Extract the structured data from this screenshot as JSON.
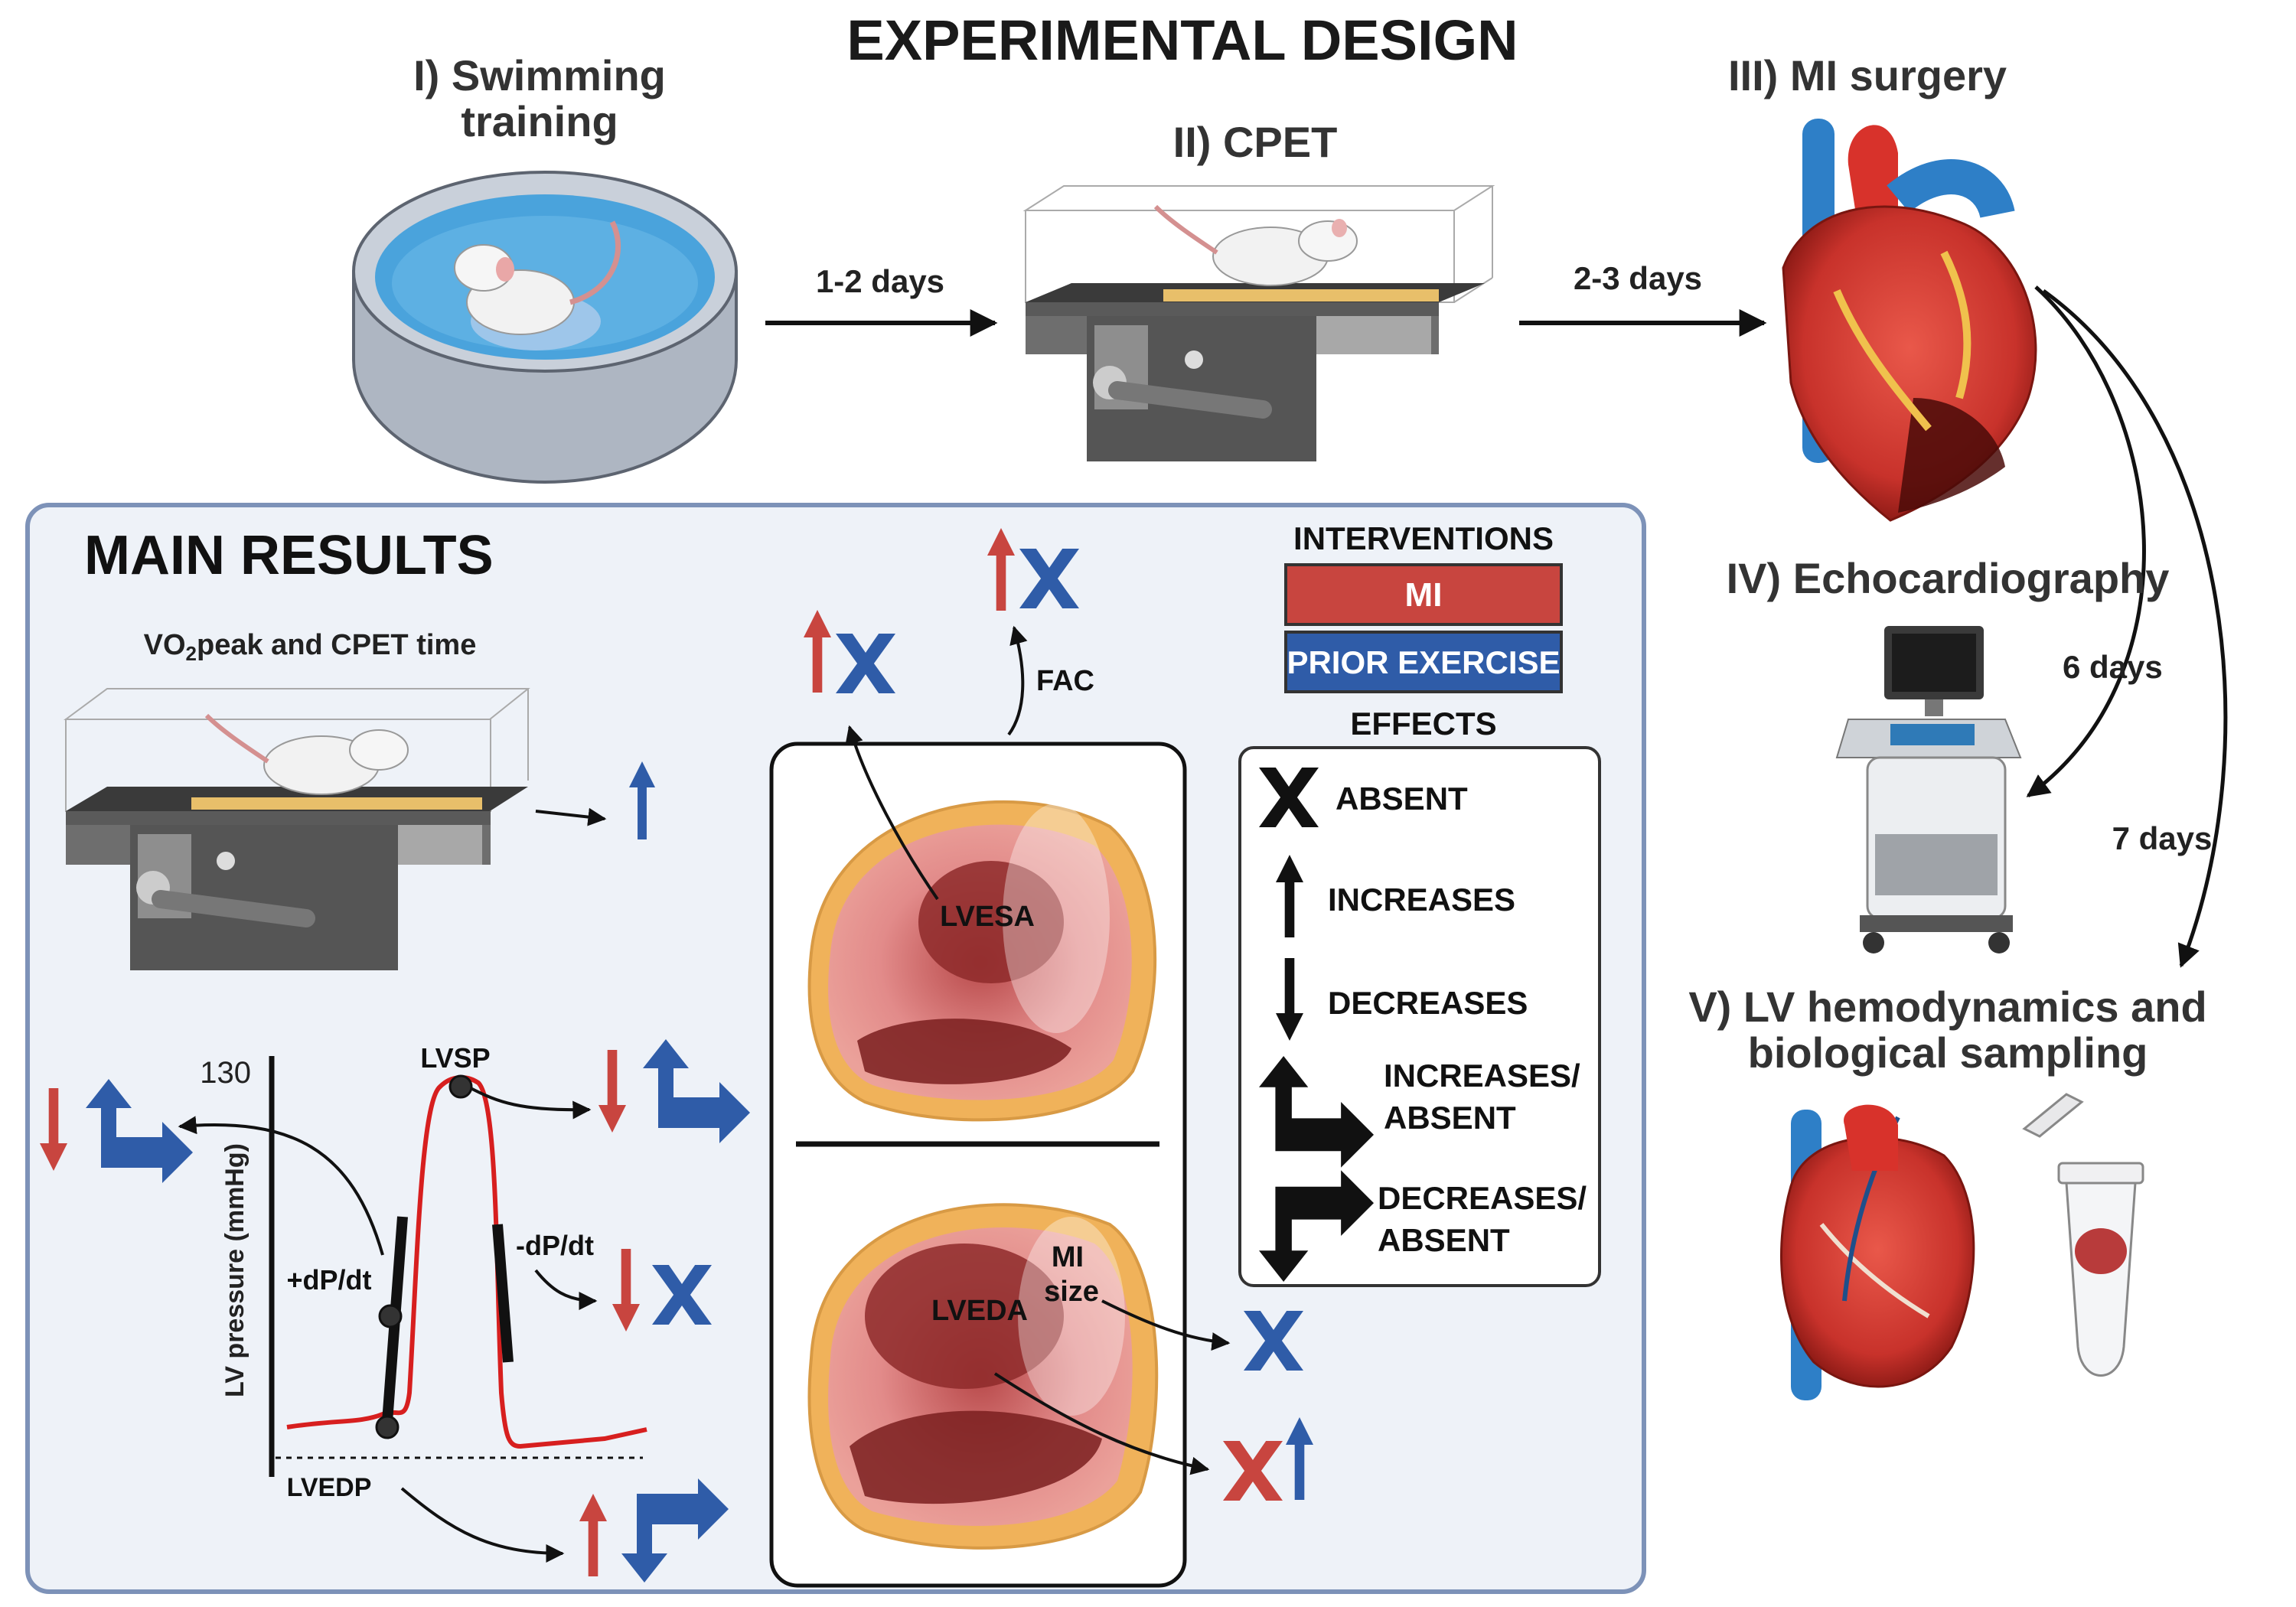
{
  "title": "EXPERIMENTAL DESIGN",
  "steps": [
    {
      "label_line1": "I) Swimming",
      "label_line2": "training"
    },
    {
      "label_line1": "II) CPET"
    },
    {
      "label_line1": "III) MI surgery"
    },
    {
      "label_line1": "IV) Echocardiography"
    },
    {
      "label_line1": "V) LV hemodynamics and",
      "label_line2": "biological sampling"
    }
  ],
  "intervals": {
    "swim_to_cpet": "1-2 days",
    "cpet_to_mi": "2-3 days",
    "mi_to_echo": "6 days",
    "mi_to_hemo": "7 days"
  },
  "results": {
    "heading": "MAIN RESULTS",
    "vo2": {
      "prefix": "VO",
      "sub": "2",
      "suffix": "peak and CPET time"
    },
    "pressure": {
      "y_max": "130",
      "y_label": "LV pressure  (mmHg)",
      "lvsp": "LVSP",
      "plus_dpdt": "+dP/dt",
      "minus_dpdt": "-dP/dt",
      "lvedp": "LVEDP"
    },
    "echo": {
      "lvesa": "LVESA",
      "lveda": "LVEDA",
      "mi_size_1": "MI",
      "mi_size_2": "size",
      "fac": "FAC"
    }
  },
  "legend": {
    "interventions_title": "INTERVENTIONS",
    "mi": "MI",
    "prior_exercise": "PRIOR EXERCISE",
    "effects_title": "EFFECTS",
    "absent": "ABSENT",
    "increases": "INCREASES",
    "decreases": "DECREASES",
    "inc_absent_1": "INCREASES/",
    "inc_absent_2": "ABSENT",
    "dec_absent_1": "DECREASES/",
    "dec_absent_2": "ABSENT"
  },
  "colors": {
    "mi_red": "#c8453f",
    "exercise_blue": "#2f5ca8",
    "panel_bg": "#eef2f8",
    "panel_border": "#7d92b8",
    "water": "#4aa3dc",
    "belt": "#e8bf6a"
  }
}
